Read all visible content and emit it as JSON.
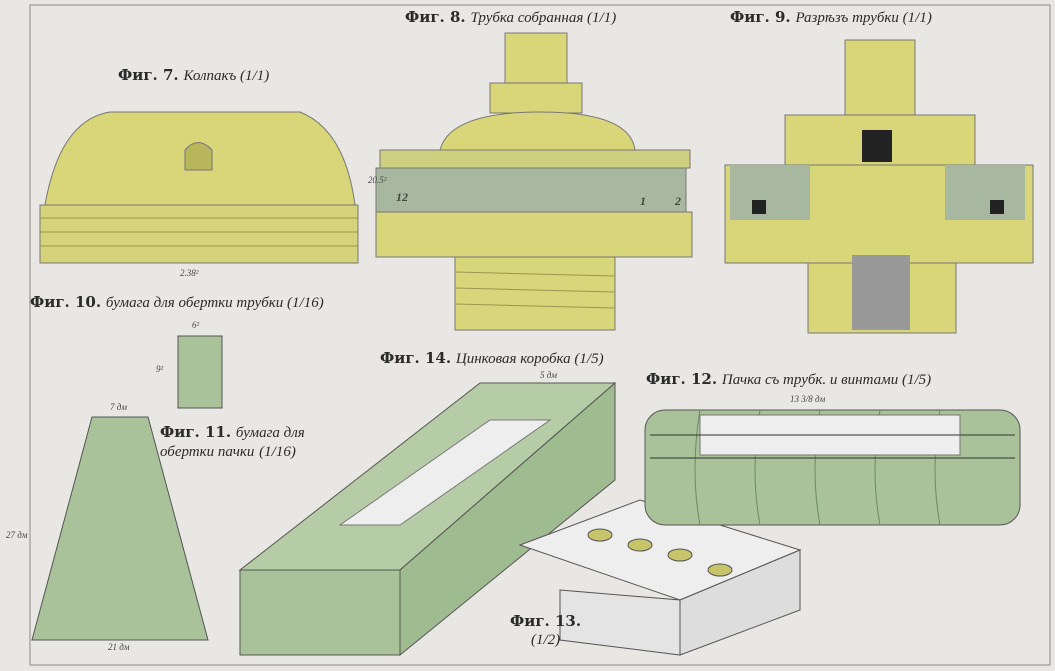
{
  "figures": {
    "fig7": {
      "num": "Фиг. 7.",
      "title": "Колпакъ (1/1)"
    },
    "fig8": {
      "num": "Фиг. 8.",
      "title": "Трубка собранная (1/1)"
    },
    "fig9": {
      "num": "Фиг. 9.",
      "title": "Разрѣзъ трубки (1/1)"
    },
    "fig10": {
      "num": "Фиг. 10.",
      "title": "бумага для обертки трубки (1/16)"
    },
    "fig11": {
      "num": "Фиг. 11.",
      "title": "бумага для обертки пачки",
      "scale": "(1/16)"
    },
    "fig12": {
      "num": "Фиг. 12.",
      "title": "Пачка съ трубк. и винтами (1/5)"
    },
    "fig13": {
      "num": "Фиг. 13.",
      "scale": "(1/2)"
    },
    "fig14": {
      "num": "Фиг. 14.",
      "title": "Цинковая коробка (1/5)"
    }
  },
  "dimensions": {
    "fig7_width": "2.38²",
    "fig7_height": "20.5²",
    "fig10_width": "6²",
    "fig10_height": "9²",
    "fig11_top": "7 дм",
    "fig11_bottom": "21 дм",
    "fig11_height": "27 дм",
    "fig14_width": "5 дм",
    "fig12_width": "13 3/8 дм",
    "fig8_marks": [
      "12",
      "1",
      "2"
    ]
  },
  "colors": {
    "yellow": "#d8d77a",
    "green": "#a9c29a",
    "paper": "#e9e7e4"
  }
}
